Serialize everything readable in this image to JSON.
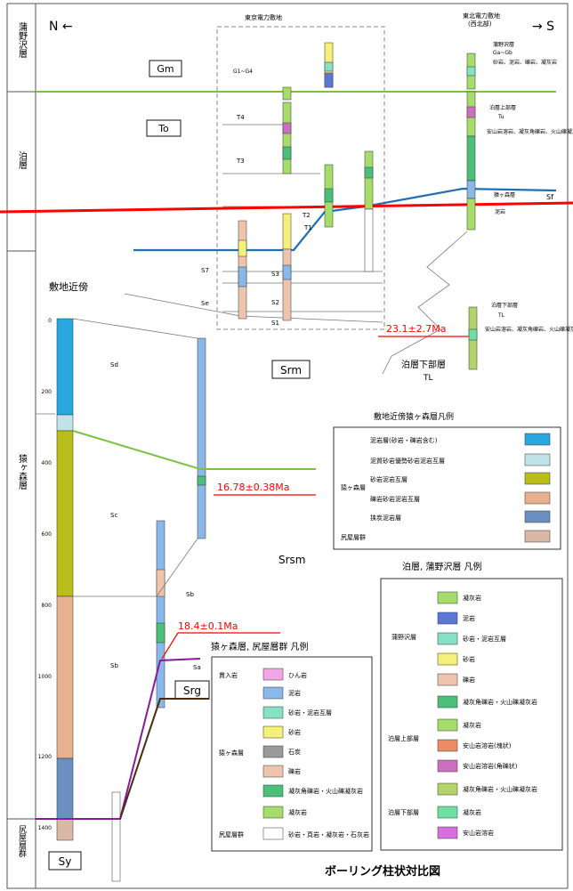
{
  "header": {
    "north": "N ←",
    "south": "→ S"
  },
  "left_column": {
    "gamanosawa": "蒲野沢層",
    "tomari": "泊層",
    "sarugamori": "猿ヶ森層",
    "shiriyaso": "尻屋層群"
  },
  "formation_labels": {
    "gm": "Gm",
    "to": "To",
    "srm": "Srm",
    "srsm": "Srsm",
    "srg": "Srg",
    "sy": "Sy"
  },
  "small_labels": {
    "tepco": "東京電力敷地",
    "tohoku": "東北電力敷地",
    "tohoku_sub": "(西北部)",
    "site_vicinity": "敷地近傍",
    "t4": "T4",
    "t3": "T3",
    "t2": "T2",
    "t1": "T1",
    "s1": "S1",
    "s2": "S2",
    "s3": "S3",
    "s7": "S7",
    "se": "Se",
    "sd": "Sd",
    "sc": "Sc",
    "sb": "Sb",
    "sa": "Sa",
    "sf": "Sf",
    "gm_unit": "G1~G4"
  },
  "right_desc": {
    "gamanosawa_title": "蒲野沢層",
    "gamanosawa_code": "Ga~Gb",
    "gamanosawa_lith": "砂岩、泥岩、礫岩、凝灰岩",
    "tomari_upper_title": "泊層上部層",
    "tomari_upper_code": "Tu",
    "tomari_upper_lith": "安山岩溶岩、凝灰角礫岩、火山礫凝灰岩、凝灰岩",
    "sarugamori": "猿ヶ森層",
    "shiriya": "泥岩",
    "tomari_lower_title": "泊層下部層",
    "tomari_lower_code": "TL",
    "tomari_lower_lith": "安山岩溶岩、凝灰角礫岩、火山礫凝灰岩、凝灰岩",
    "tomari_lower_big": "泊層下部層",
    "tomari_lower_big_code": "TL"
  },
  "ages": {
    "age1": "23.1±2.7Ma",
    "age2": "16.78±0.38Ma",
    "age3": "18.4±0.1Ma"
  },
  "depth_scale": [
    "0",
    "200",
    "400",
    "600",
    "800",
    "1000",
    "1200",
    "1400"
  ],
  "legend1": {
    "title": "敷地近傍猿ヶ森層凡例",
    "group_label": "猿ヶ森層",
    "items": [
      {
        "label": "泥岩層(砂岩・礫岩含む)",
        "color": "#29a8df"
      },
      {
        "label": "泥質砂岩優勢砂岩泥岩互層",
        "color": "#bfe3e6"
      },
      {
        "label": "砂岩泥岩互層",
        "color": "#b9be1a"
      },
      {
        "label": "礫岩砂岩泥岩互層",
        "color": "#e7b08e"
      },
      {
        "label": "挟炭泥岩層",
        "color": "#6b8fc0"
      }
    ],
    "shiriya": {
      "label": "尻屋層群",
      "color": "#d9b8a8"
    }
  },
  "legend2": {
    "title": "泊層, 蒲野沢層 凡例",
    "groups": [
      {
        "name": "蒲野沢層",
        "items": [
          {
            "label": "凝灰岩",
            "color": "#a6dd6a"
          },
          {
            "label": "泥岩",
            "color": "#5b78d6"
          },
          {
            "label": "砂岩・泥岩互層",
            "color": "#86e1c4"
          },
          {
            "label": "砂岩",
            "color": "#f5f07a"
          },
          {
            "label": "礫岩",
            "color": "#efc4ad"
          }
        ]
      },
      {
        "name": "泊層上部層",
        "items": [
          {
            "label": "凝灰角礫岩・火山礫凝灰岩",
            "color": "#4cc07a"
          },
          {
            "label": "凝灰岩",
            "color": "#a6dd6a"
          },
          {
            "label": "安山岩溶岩(塊状)",
            "color": "#ef8a66"
          },
          {
            "label": "安山岩溶岩(角礫状)",
            "color": "#cc6fc0"
          }
        ]
      },
      {
        "name": "泊層下部層",
        "items": [
          {
            "label": "凝灰角礫岩・火山礫凝灰岩",
            "color": "#b3d46a"
          },
          {
            "label": "凝灰岩",
            "color": "#6ee0a4"
          },
          {
            "label": "安山岩溶岩",
            "color": "#d86ee0"
          }
        ]
      }
    ]
  },
  "legend3": {
    "title": "猿ヶ森層, 尻屋層群 凡例",
    "groups": [
      {
        "name": "貫入岩",
        "items": [
          {
            "label": "ひん岩",
            "color": "#f3a6e4"
          }
        ]
      },
      {
        "name": "猿ヶ森層",
        "items": [
          {
            "label": "泥岩",
            "color": "#8ab8e8"
          },
          {
            "label": "砂岩・泥岩互層",
            "color": "#86e1c4"
          },
          {
            "label": "砂岩",
            "color": "#f5f07a"
          },
          {
            "label": "石炭",
            "color": "#9a9a9a"
          },
          {
            "label": "礫岩",
            "color": "#efc4ad"
          },
          {
            "label": "凝灰角礫岩・火山礫凝灰岩",
            "color": "#4cc07a"
          },
          {
            "label": "凝灰岩",
            "color": "#a6dd6a"
          }
        ]
      },
      {
        "name": "尻屋層群",
        "items": [
          {
            "label": "砂岩・頁岩・凝灰岩・石灰岩",
            "color": "#ffffff"
          }
        ]
      }
    ]
  },
  "footer": {
    "title": "ボーリング柱状対比図"
  },
  "colors": {
    "green_line": "#7cc242",
    "blue_line": "#1f6fb4",
    "red_line": "#ff0000",
    "purple_line": "#8a1a9a",
    "brown_line": "#4a2a10"
  }
}
